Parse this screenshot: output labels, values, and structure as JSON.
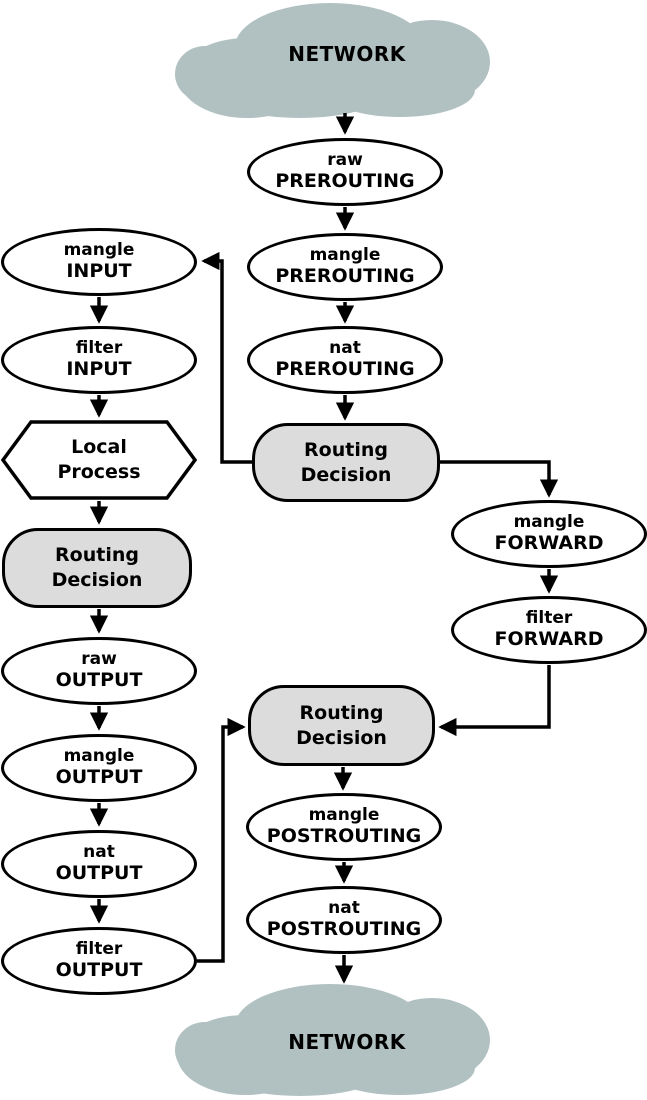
{
  "colors": {
    "cloud_fill": "#b1c0c1",
    "decision_fill": "#dcdcdc",
    "node_fill": "#ffffff",
    "stroke": "#000000"
  },
  "clouds": {
    "top": {
      "label": "NETWORK"
    },
    "bottom": {
      "label": "NETWORK"
    }
  },
  "nodes": {
    "raw_prerouting": {
      "line1": "raw",
      "line2": "PREROUTING"
    },
    "mangle_prerouting": {
      "line1": "mangle",
      "line2": "PREROUTING"
    },
    "nat_prerouting": {
      "line1": "nat",
      "line2": "PREROUTING"
    },
    "routing_decision_center": {
      "line1": "Routing",
      "line2": "Decision"
    },
    "mangle_input": {
      "line1": "mangle",
      "line2": "INPUT"
    },
    "filter_input": {
      "line1": "filter",
      "line2": "INPUT"
    },
    "local_process": {
      "line1": "Local",
      "line2": "Process"
    },
    "routing_decision_left": {
      "line1": "Routing",
      "line2": "Decision"
    },
    "raw_output": {
      "line1": "raw",
      "line2": "OUTPUT"
    },
    "mangle_output": {
      "line1": "mangle",
      "line2": "OUTPUT"
    },
    "nat_output": {
      "line1": "nat",
      "line2": "OUTPUT"
    },
    "filter_output": {
      "line1": "filter",
      "line2": "OUTPUT"
    },
    "mangle_forward": {
      "line1": "mangle",
      "line2": "FORWARD"
    },
    "filter_forward": {
      "line1": "filter",
      "line2": "FORWARD"
    },
    "routing_decision_bottom": {
      "line1": "Routing",
      "line2": "Decision"
    },
    "mangle_postrouting": {
      "line1": "mangle",
      "line2": "POSTROUTING"
    },
    "nat_postrouting": {
      "line1": "nat",
      "line2": "POSTROUTING"
    }
  }
}
